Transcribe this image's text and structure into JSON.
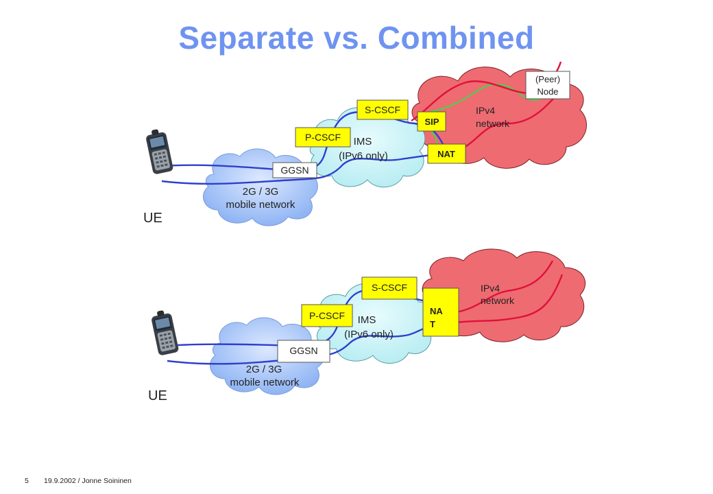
{
  "title": "Separate vs. Combined",
  "footer": {
    "page": "5",
    "text": "19.9.2002 / Jonne Soininen"
  },
  "colors": {
    "title": "#6f93f0",
    "ims_cloud": "#bff0f5",
    "mobile_cloud": "#a7c7f7",
    "ipv4_cloud": "#ee6b72",
    "blue_path": "#2f3fcc",
    "red_path": "#e0103a",
    "green_path": "#4cd04c",
    "yellow_box": "#ffff00"
  },
  "top": {
    "ue": "UE",
    "mobile_network": [
      "2G / 3G",
      "mobile network"
    ],
    "ims": [
      "IMS",
      "(IPv6 only)"
    ],
    "ipv4": [
      "IPv4",
      "network"
    ],
    "peer_node": [
      "(Peer)",
      "Node"
    ],
    "ggsn": "GGSN",
    "pcscf": "P-CSCF",
    "scscf": "S-CSCF",
    "sip": "SIP",
    "nat": "NAT"
  },
  "bottom": {
    "ue": "UE",
    "mobile_network": [
      "2G / 3G",
      "mobile network"
    ],
    "ims": [
      "IMS",
      "(IPv6 only)"
    ],
    "ipv4": [
      "IPv4",
      "network"
    ],
    "ggsn": "GGSN",
    "pcscf": "P-CSCF",
    "scscf": "S-CSCF",
    "nat": [
      "NA",
      "T"
    ]
  }
}
